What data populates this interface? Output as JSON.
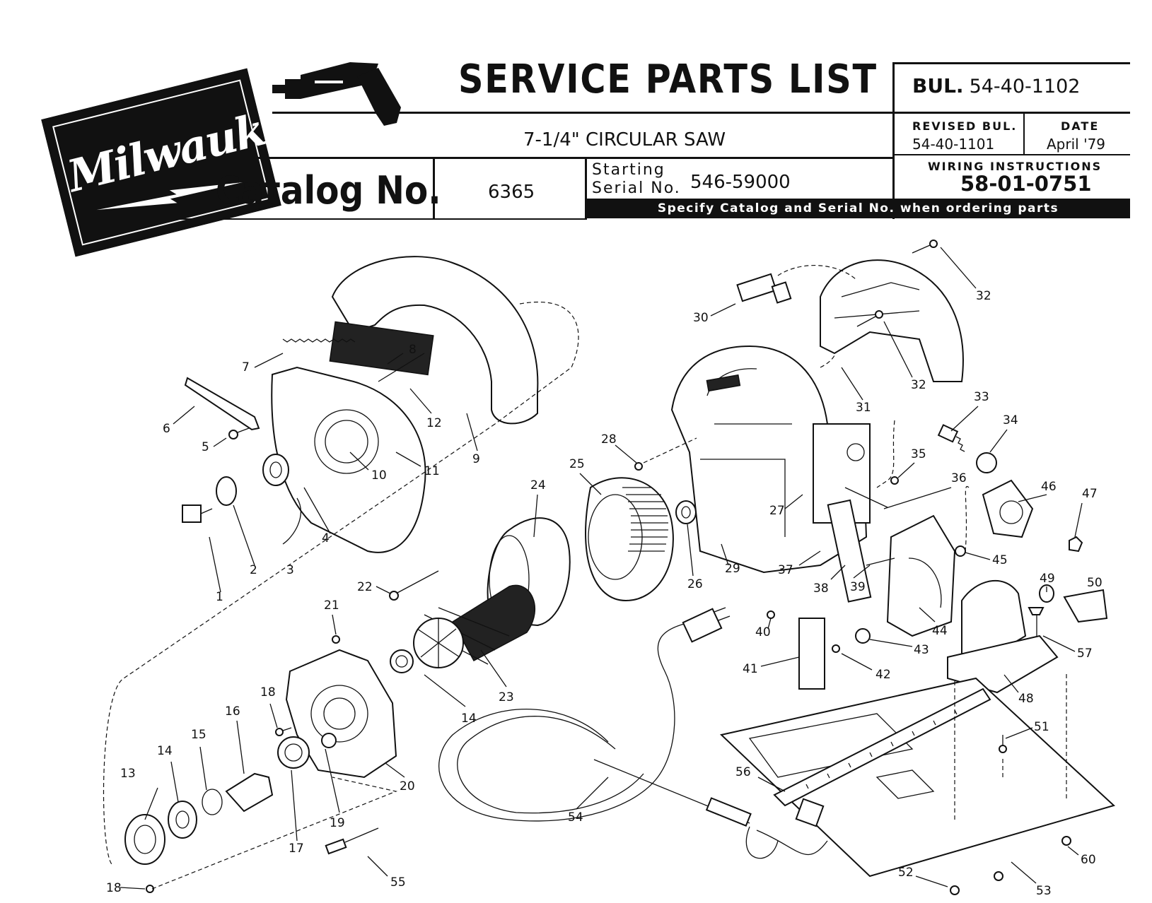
{
  "header": {
    "logo_text": "Milwaukee",
    "title": "SERVICE PARTS LIST",
    "bulletin_label": "BUL.",
    "bulletin_number": "54-40-1102",
    "product": "7-1/4\" CIRCULAR SAW",
    "revised_label": "REVISED BUL.",
    "revised_value": "54-40-1101",
    "date_label": "DATE",
    "date_value": "April '79",
    "wiring_label": "WIRING INSTRUCTIONS",
    "wiring_value": "58-01-0751",
    "catalog_label": "Catalog No.",
    "catalog_number": "6365",
    "starting_label_1": "Starting",
    "starting_label_2": "Serial No.",
    "serial_number": "546-59000",
    "order_note": "Specify Catalog and Serial No. when ordering parts"
  },
  "callouts": [
    {
      "id": "1",
      "label": "1"
    },
    {
      "id": "2",
      "label": "2"
    },
    {
      "id": "3a",
      "label": "3"
    },
    {
      "id": "3b",
      "label": "3"
    },
    {
      "id": "4",
      "label": "4"
    },
    {
      "id": "5",
      "label": "5"
    },
    {
      "id": "6",
      "label": "6"
    },
    {
      "id": "7",
      "label": "7"
    },
    {
      "id": "8",
      "label": "8"
    },
    {
      "id": "9",
      "label": "9"
    },
    {
      "id": "10",
      "label": "10"
    },
    {
      "id": "11",
      "label": "11"
    },
    {
      "id": "12",
      "label": "12"
    },
    {
      "id": "13",
      "label": "13"
    },
    {
      "id": "14a",
      "label": "14"
    },
    {
      "id": "14b",
      "label": "14"
    },
    {
      "id": "15",
      "label": "15"
    },
    {
      "id": "16",
      "label": "16"
    },
    {
      "id": "17",
      "label": "17"
    },
    {
      "id": "18a",
      "label": "18"
    },
    {
      "id": "18b",
      "label": "18"
    },
    {
      "id": "19",
      "label": "19"
    },
    {
      "id": "20",
      "label": "20"
    },
    {
      "id": "21",
      "label": "21"
    },
    {
      "id": "22",
      "label": "22"
    },
    {
      "id": "23",
      "label": "23"
    },
    {
      "id": "24",
      "label": "24"
    },
    {
      "id": "25",
      "label": "25"
    },
    {
      "id": "26",
      "label": "26"
    },
    {
      "id": "27",
      "label": "27"
    },
    {
      "id": "28",
      "label": "28"
    },
    {
      "id": "29",
      "label": "29"
    },
    {
      "id": "30",
      "label": "30"
    },
    {
      "id": "31",
      "label": "31"
    },
    {
      "id": "32a",
      "label": "32"
    },
    {
      "id": "32b",
      "label": "32"
    },
    {
      "id": "33",
      "label": "33"
    },
    {
      "id": "34",
      "label": "34"
    },
    {
      "id": "35",
      "label": "35"
    },
    {
      "id": "36",
      "label": "36"
    },
    {
      "id": "37",
      "label": "37"
    },
    {
      "id": "38",
      "label": "38"
    },
    {
      "id": "39",
      "label": "39"
    },
    {
      "id": "40",
      "label": "40"
    },
    {
      "id": "41",
      "label": "41"
    },
    {
      "id": "42",
      "label": "42"
    },
    {
      "id": "43",
      "label": "43"
    },
    {
      "id": "44",
      "label": "44"
    },
    {
      "id": "45",
      "label": "45"
    },
    {
      "id": "46",
      "label": "46"
    },
    {
      "id": "47",
      "label": "47"
    },
    {
      "id": "48",
      "label": "48"
    },
    {
      "id": "49",
      "label": "49"
    },
    {
      "id": "50",
      "label": "50"
    },
    {
      "id": "51",
      "label": "51"
    },
    {
      "id": "52",
      "label": "52"
    },
    {
      "id": "53",
      "label": "53"
    },
    {
      "id": "54",
      "label": "54"
    },
    {
      "id": "55",
      "label": "55"
    },
    {
      "id": "56",
      "label": "56"
    },
    {
      "id": "57",
      "label": "57"
    },
    {
      "id": "60",
      "label": "60"
    }
  ]
}
